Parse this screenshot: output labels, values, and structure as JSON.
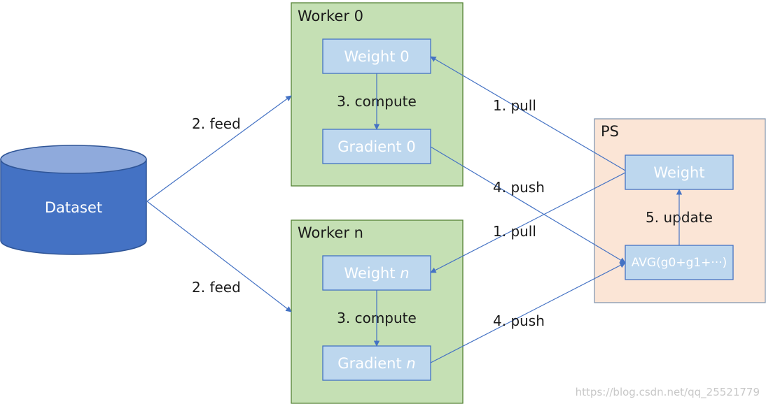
{
  "nodes": {
    "dataset": "Dataset",
    "worker0": {
      "title": "Worker 0",
      "weight_prefix": "Weight ",
      "weight_var": "0",
      "gradient_prefix": "Gradient ",
      "gradient_var": "0"
    },
    "workern": {
      "title": "Worker n",
      "weight_prefix": "Weight ",
      "weight_var": "n",
      "gradient_prefix": "Gradient ",
      "gradient_var": "n"
    },
    "ps": {
      "title": "PS",
      "weight": "Weight",
      "avg": "AVG(g0+g1+···)"
    }
  },
  "edges": {
    "feed_top": "2. feed",
    "feed_bottom": "2. feed",
    "compute_top": "3. compute",
    "compute_bottom": "3. compute",
    "pull_top": "1. pull",
    "pull_bottom": "1. pull",
    "push_top": "4. push",
    "push_bottom": "4. push",
    "update": "5. update"
  },
  "watermark": "https://blog.csdn.net/qq_25521779",
  "colors": {
    "worker_fill": "#c5e0b4",
    "worker_border": "#548235",
    "ps_fill": "#fbe5d6",
    "ps_border": "#8497b0",
    "box_fill": "#bdd7ee",
    "box_border": "#4472c4",
    "dataset_fill": "#4472c4",
    "dataset_top": "#8faadc",
    "arrow": "#4472c4"
  }
}
